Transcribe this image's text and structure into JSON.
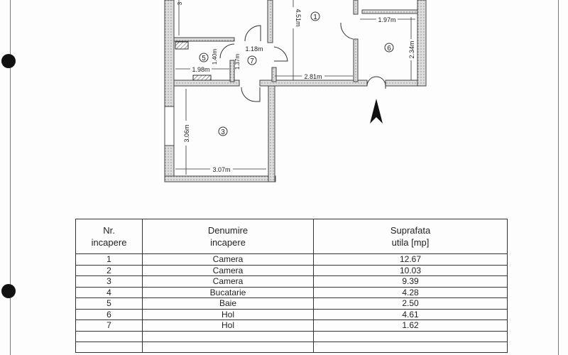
{
  "floor_plan": {
    "room_labels": [
      "1",
      "3",
      "5",
      "6",
      "7"
    ],
    "dimensions": [
      "4.51m",
      "1.97m",
      "1.18m",
      "2.34m",
      "1.98m",
      "2.81m",
      "3.06m",
      "3.07m",
      "1.40m",
      "1.37m",
      "3"
    ],
    "north_arrow": "north-arrow-icon"
  },
  "table": {
    "headers": {
      "nr": [
        "Nr.",
        "incapere"
      ],
      "name": [
        "Denumire",
        "incapere"
      ],
      "area": [
        "Suprafata",
        "utila [mp]"
      ]
    },
    "rows": [
      {
        "nr": "1",
        "name": "Camera",
        "area": "12.67"
      },
      {
        "nr": "2",
        "name": "Camera",
        "area": "10.03"
      },
      {
        "nr": "3",
        "name": "Camera",
        "area": "9.39"
      },
      {
        "nr": "4",
        "name": "Bucatarie",
        "area": "4.28"
      },
      {
        "nr": "5",
        "name": "Baie",
        "area": "2.50"
      },
      {
        "nr": "6",
        "name": "Hol",
        "area": "4.61"
      },
      {
        "nr": "7",
        "name": "Hol",
        "area": "1.62"
      }
    ]
  }
}
